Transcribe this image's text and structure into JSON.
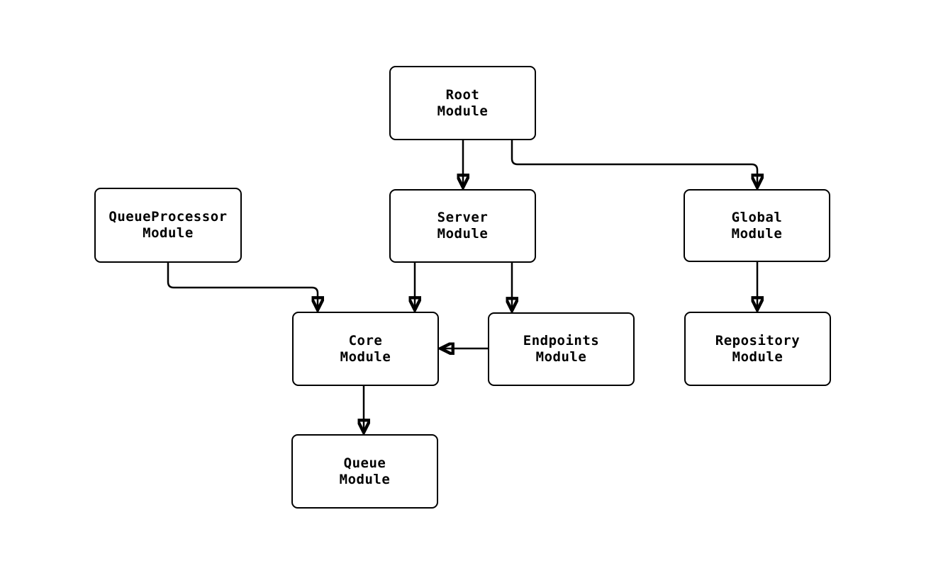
{
  "diagram": {
    "type": "module-dependency-graph",
    "background_color": "#ffffff",
    "node_fill_color": "#ffffff",
    "stroke_color": "#000000",
    "nodes": {
      "root": {
        "line1": "Root",
        "line2": "Module"
      },
      "queueprocessor": {
        "line1": "QueueProcessor",
        "line2": "Module"
      },
      "server": {
        "line1": "Server",
        "line2": "Module"
      },
      "global": {
        "line1": "Global",
        "line2": "Module"
      },
      "core": {
        "line1": "Core",
        "line2": "Module"
      },
      "endpoints": {
        "line1": "Endpoints",
        "line2": "Module"
      },
      "repository": {
        "line1": "Repository",
        "line2": "Module"
      },
      "queue": {
        "line1": "Queue",
        "line2": "Module"
      }
    },
    "edges": [
      {
        "from": "Root Module",
        "to": "Server Module"
      },
      {
        "from": "Root Module",
        "to": "Global Module"
      },
      {
        "from": "QueueProcessor Module",
        "to": "Core Module"
      },
      {
        "from": "Server Module",
        "to": "Core Module"
      },
      {
        "from": "Server Module",
        "to": "Endpoints Module"
      },
      {
        "from": "Endpoints Module",
        "to": "Core Module"
      },
      {
        "from": "Global Module",
        "to": "Repository Module"
      },
      {
        "from": "Core Module",
        "to": "Queue Module"
      }
    ]
  }
}
